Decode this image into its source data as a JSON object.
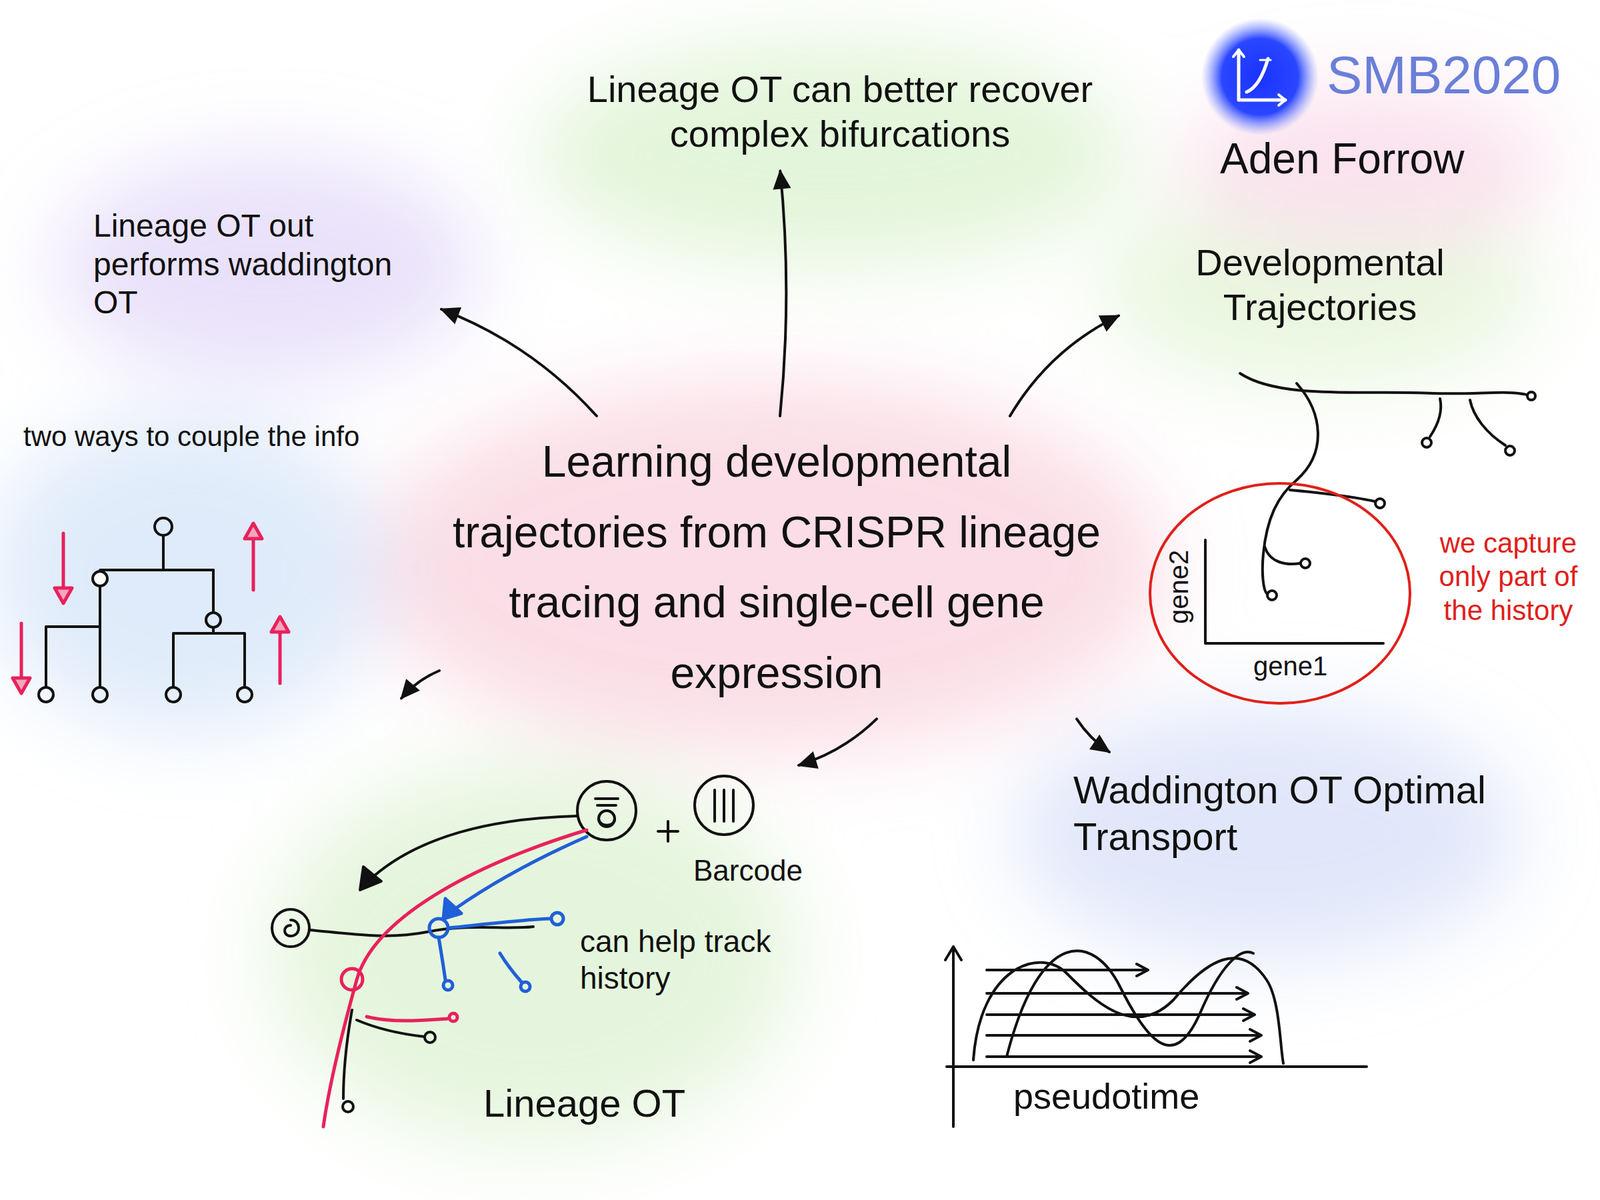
{
  "diagram": {
    "nodes": [
      {
        "text": [
          "Lineage OT out performs waddington OT"
        ]
      },
      {
        "text": [
          "Lineage OT can better recover complex bifurcations"
        ]
      },
      {
        "text": [
          "Developmental Trajectories"
        ]
      },
      {
        "text": [
          "two ways to couple the info"
        ]
      },
      {
        "text": [
          "Learning developmental trajectories from CRISPR lineage tracing and single-cell gene expression"
        ]
      },
      {
        "text": [
          "Lineage OT"
        ]
      },
      {
        "text": [
          "Waddington OT Optimal Transport"
        ]
      }
    ],
    "edges": [
      {
        "from": 4,
        "to": 0,
        "arrow": "to"
      },
      {
        "from": 4,
        "to": 1,
        "arrow": "to"
      },
      {
        "from": 4,
        "to": 2,
        "arrow": "to"
      },
      {
        "from": 4,
        "to": 3,
        "arrow": "to"
      },
      {
        "from": 4,
        "to": 5,
        "arrow": "to"
      },
      {
        "from": 4,
        "to": 6,
        "arrow": "to"
      }
    ],
    "labels": [
      "SMB2020",
      "Aden Forrow",
      "gene2",
      "gene1",
      "we capture only part of the history",
      "Barcode",
      "can help track history",
      "pseudotime"
    ]
  }
}
